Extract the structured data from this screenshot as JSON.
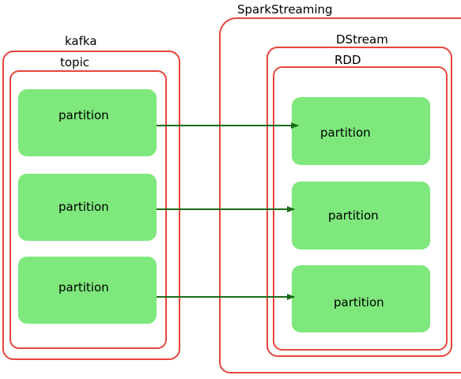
{
  "diagram": {
    "kafka_label": "kafka",
    "topic_label": "topic",
    "spark_label": "SparkStreaming",
    "dstream_label": "DStream",
    "rdd_label": "RDD",
    "source_partitions": [
      "partition",
      "partition",
      "partition"
    ],
    "target_partitions": [
      "partition",
      "partition",
      "partition"
    ],
    "colors": {
      "frame": "#e8453c",
      "partition_fill": "#7ee87c",
      "arrow": "#1a6b1a"
    }
  }
}
